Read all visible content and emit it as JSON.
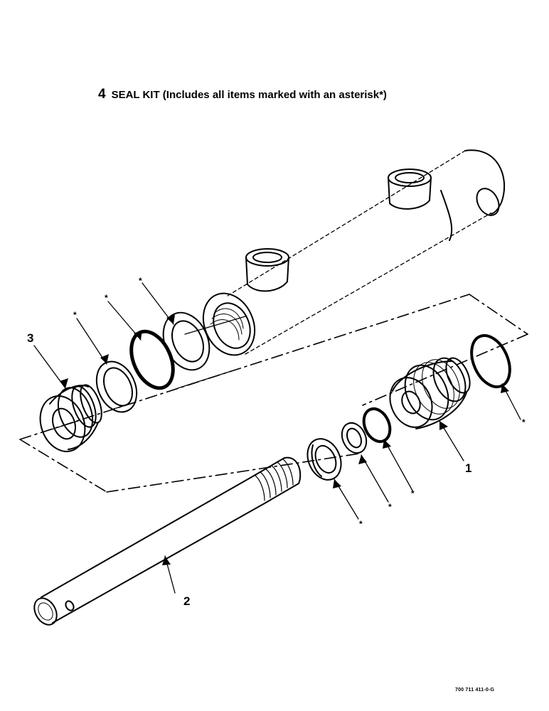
{
  "title": {
    "number": "4",
    "text": "SEAL KIT (Includes all items marked with an asterisk*)"
  },
  "callouts": {
    "item1": "1",
    "item2": "2",
    "item3": "3"
  },
  "asterisk": "*",
  "drawing_number": "700 711 411-0-G",
  "parts": [
    "cylinder-barrel",
    "gland",
    "rod",
    "piston",
    "backup-washer",
    "o-ring",
    "wiper-seal",
    "rod-seal"
  ]
}
